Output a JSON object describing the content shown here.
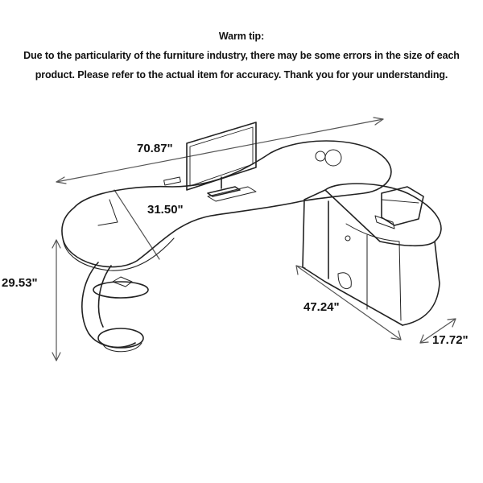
{
  "tip": {
    "title": "Warm tip:",
    "line1": "Due to the particularity of the furniture industry, there may be some errors in the size of each",
    "line2": "product. Please refer to the actual item for accuracy. Thank you for your understanding."
  },
  "dimensions": {
    "width": "70.87\"",
    "desk_depth": "31.50\"",
    "height": "29.53\"",
    "return_length": "47.24\"",
    "return_depth": "17.72\""
  }
}
